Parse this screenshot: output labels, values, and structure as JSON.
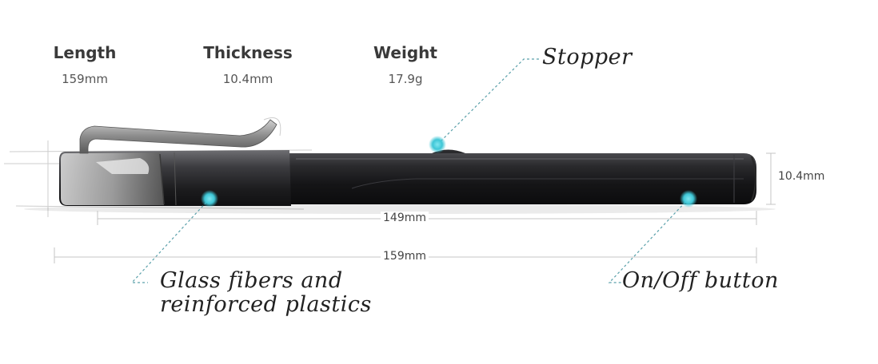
{
  "specs": [
    {
      "label": "Length",
      "value": "159mm"
    },
    {
      "label": "Thickness",
      "value": "10.4mm"
    },
    {
      "label": "Weight",
      "value": "17.9g"
    }
  ],
  "callouts": {
    "stopper": "Stopper",
    "glass_line1": "Glass fibers and",
    "glass_line2": "reinforced plastics",
    "onoff": "On/Off button"
  },
  "dimensions": {
    "thickness": "10.4mm",
    "body_length": "149mm",
    "total_length": "159mm"
  },
  "colors": {
    "accent": "#3ec6d6",
    "leader": "#5aa0aa",
    "pen_body": "#1e1e20",
    "clip": "#8a8a8a"
  }
}
